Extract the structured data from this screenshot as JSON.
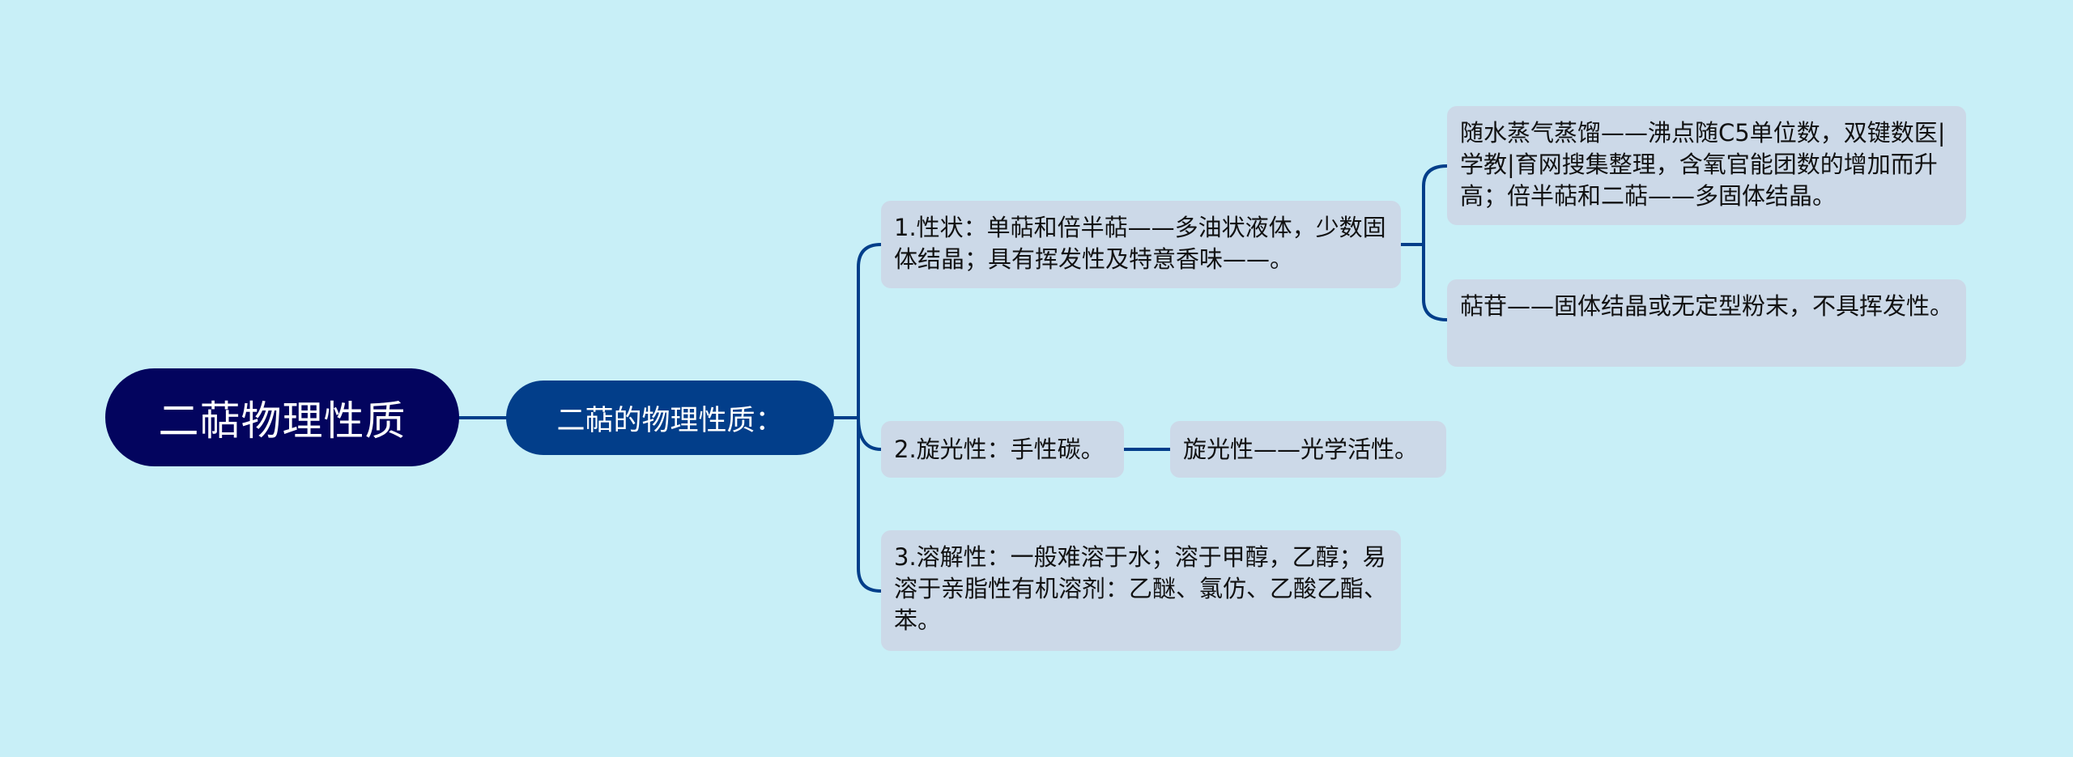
{
  "colors": {
    "background": "#c8eff7",
    "root_fill": "#03045e",
    "main_fill": "#023e8a",
    "leaf_fill": "#ccd9e8",
    "connector": "#023e8a"
  },
  "mindmap": {
    "root": {
      "label": "二萜物理性质"
    },
    "main": {
      "label": "二萜的物理性质："
    },
    "branches": [
      {
        "label": "1.性状：单萜和倍半萜——多油状液体，少数固体结晶；具有挥发性及特意香味——。",
        "children": [
          {
            "label": "随水蒸气蒸馏——沸点随C5单位数，双键数医|学教|育网搜集整理，含氧官能团数的增加而升高；倍半萜和二萜——多固体结晶。"
          },
          {
            "label": "萜苷——固体结晶或无定型粉末，不具挥发性。"
          }
        ]
      },
      {
        "label": "2.旋光性：手性碳。",
        "children": [
          {
            "label": "旋光性——光学活性。"
          }
        ]
      },
      {
        "label": "3.溶解性：一般难溶于水；溶于甲醇，乙醇；易溶于亲脂性有机溶剂：乙醚、氯仿、乙酸乙酯、苯。",
        "children": []
      }
    ]
  }
}
